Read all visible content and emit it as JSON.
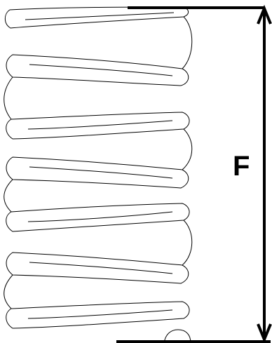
{
  "diagram": {
    "type": "compression-spring-force",
    "force_label": "F",
    "colors": {
      "line": "#000000",
      "background": "#ffffff"
    },
    "components": [
      "coil-spring",
      "top-plate",
      "bottom-plate",
      "force-arrow"
    ]
  }
}
